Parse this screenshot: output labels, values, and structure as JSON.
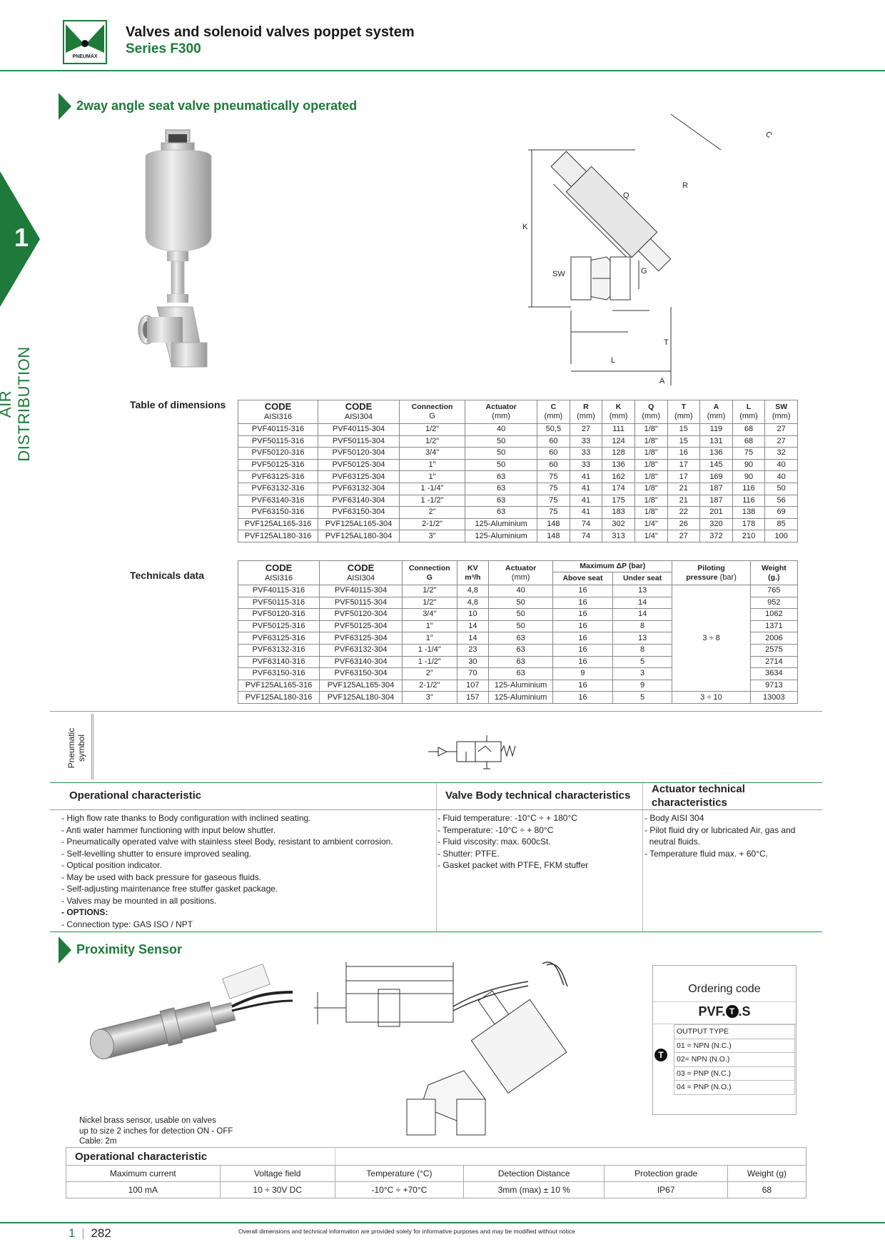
{
  "header": {
    "brand": "PNEUMAX",
    "title": "Valves and solenoid valves poppet system",
    "series": "Series F300"
  },
  "side_tab": {
    "number": "1",
    "label": "AIR DISTRIBUTION"
  },
  "section1": {
    "title": "2way angle seat valve pneumatically operated"
  },
  "drawing_labels": {
    "c": "C",
    "r": "R",
    "q": "Q",
    "k": "K",
    "sw": "SW",
    "g": "G",
    "t": "T",
    "l": "L",
    "a": "A"
  },
  "dimensions": {
    "label": "Table of dimensions",
    "headers": [
      {
        "top": "CODE",
        "bottom": "AISI316"
      },
      {
        "top": "CODE",
        "bottom": "AISI304"
      },
      {
        "top": "Connection",
        "bottom": "G"
      },
      {
        "top": "Actuator",
        "bottom": "(mm)"
      },
      {
        "top": "C",
        "bottom": "(mm)"
      },
      {
        "top": "R",
        "bottom": "(mm)"
      },
      {
        "top": "K",
        "bottom": "(mm)"
      },
      {
        "top": "Q",
        "bottom": "(mm)"
      },
      {
        "top": "T",
        "bottom": "(mm)"
      },
      {
        "top": "A",
        "bottom": "(mm)"
      },
      {
        "top": "L",
        "bottom": "(mm)"
      },
      {
        "top": "SW",
        "bottom": "(mm)"
      }
    ],
    "rows": [
      [
        "PVF40115-316",
        "PVF40115-304",
        "1/2\"",
        "40",
        "50,5",
        "27",
        "111",
        "1/8\"",
        "15",
        "119",
        "68",
        "27"
      ],
      [
        "PVF50115-316",
        "PVF50115-304",
        "1/2\"",
        "50",
        "60",
        "33",
        "124",
        "1/8\"",
        "15",
        "131",
        "68",
        "27"
      ],
      [
        "PVF50120-316",
        "PVF50120-304",
        "3/4\"",
        "50",
        "60",
        "33",
        "128",
        "1/8\"",
        "16",
        "136",
        "75",
        "32"
      ],
      [
        "PVF50125-316",
        "PVF50125-304",
        "1\"",
        "50",
        "60",
        "33",
        "136",
        "1/8\"",
        "17",
        "145",
        "90",
        "40"
      ],
      [
        "PVF63125-316",
        "PVF63125-304",
        "1\"",
        "63",
        "75",
        "41",
        "162",
        "1/8\"",
        "17",
        "169",
        "90",
        "40"
      ],
      [
        "PVF63132-316",
        "PVF63132-304",
        "1 -1/4\"",
        "63",
        "75",
        "41",
        "174",
        "1/8\"",
        "21",
        "187",
        "116",
        "50"
      ],
      [
        "PVF63140-316",
        "PVF63140-304",
        "1 -1/2\"",
        "63",
        "75",
        "41",
        "175",
        "1/8\"",
        "21",
        "187",
        "116",
        "56"
      ],
      [
        "PVF63150-316",
        "PVF63150-304",
        "2\"",
        "63",
        "75",
        "41",
        "183",
        "1/8\"",
        "22",
        "201",
        "138",
        "69"
      ],
      [
        "PVF125AL165-316",
        "PVF125AL165-304",
        "2-1/2\"",
        "125-Aluminium",
        "148",
        "74",
        "302",
        "1/4\"",
        "26",
        "320",
        "178",
        "85"
      ],
      [
        "PVF125AL180-316",
        "PVF125AL180-304",
        "3\"",
        "125-Aluminium",
        "148",
        "74",
        "313",
        "1/4\"",
        "27",
        "372",
        "210",
        "100"
      ]
    ]
  },
  "technical": {
    "label": "Technicals data",
    "h_code": "CODE",
    "h_aisi316": "AISI316",
    "h_aisi304": "AISI304",
    "h_conn": "Connection",
    "h_g": "G",
    "h_kv": "KV",
    "h_kv_unit": "m³/h",
    "h_act": "Actuator",
    "h_act_unit": "(mm)",
    "h_dp": "Maximum ΔP (bar)",
    "h_above": "Above seat",
    "h_under": "Under seat",
    "h_pilot": "Piloting",
    "h_pilot2": "pressure",
    "h_pilot_unit": "(bar)",
    "h_weight": "Weight",
    "h_weight_unit": "(g.)",
    "pilot_a": "3 ÷ 8",
    "pilot_b": "3 ÷ 10",
    "rows": [
      [
        "PVF40115-316",
        "PVF40115-304",
        "1/2\"",
        "4,8",
        "40",
        "16",
        "13",
        "765"
      ],
      [
        "PVF50115-316",
        "PVF50115-304",
        "1/2\"",
        "4,8",
        "50",
        "16",
        "14",
        "952"
      ],
      [
        "PVF50120-316",
        "PVF50120-304",
        "3/4\"",
        "10",
        "50",
        "16",
        "14",
        "1062"
      ],
      [
        "PVF50125-316",
        "PVF50125-304",
        "1\"",
        "14",
        "50",
        "16",
        "8",
        "1371"
      ],
      [
        "PVF63125-316",
        "PVF63125-304",
        "1\"",
        "14",
        "63",
        "16",
        "13",
        "2006"
      ],
      [
        "PVF63132-316",
        "PVF63132-304",
        "1 -1/4\"",
        "23",
        "63",
        "16",
        "8",
        "2575"
      ],
      [
        "PVF63140-316",
        "PVF63140-304",
        "1 -1/2\"",
        "30",
        "63",
        "16",
        "5",
        "2714"
      ],
      [
        "PVF63150-316",
        "PVF63150-304",
        "2\"",
        "70",
        "63",
        "9",
        "3",
        "3634"
      ],
      [
        "PVF125AL165-316",
        "PVF125AL165-304",
        "2-1/2\"",
        "107",
        "125-Aluminium",
        "16",
        "9",
        "9713"
      ],
      [
        "PVF125AL180-316",
        "PVF125AL180-304",
        "3\"",
        "157",
        "125-Aluminium",
        "16",
        "5",
        "13003"
      ]
    ]
  },
  "pneumatic": {
    "label1": "Pneumatic",
    "label2": "symbol"
  },
  "characteristics": {
    "op_title": "Operational characteristic",
    "body_title": "Valve Body technical characteristics",
    "act_title1": "Actuator technical",
    "act_title2": "characteristics",
    "op_items": [
      "- High flow rate thanks to Body configuration with inclined seating.",
      "- Anti water hammer functioning with input below shutter.",
      "- Pneumatically operated valve with stainless steel Body, resistant to ambient corrosion.",
      "- Self-levelling shutter to ensure improved sealing.",
      "- Optical position indicator.",
      "- May be used with back pressure for gaseous fluids.",
      "- Self-adjusting maintenance free stuffer gasket package.",
      "- Valves may be mounted in all positions.",
      "- OPTIONS:",
      "- Connection type: GAS ISO / NPT"
    ],
    "body_items": [
      "- Fluid temperature: -10°C ÷ + 180°C",
      "- Temperature: -10°C ÷ + 80°C",
      "- Fluid viscosity: max. 600cSt.",
      "- Shutter: PTFE.",
      "- Gasket packet with PTFE, FKM stuffer"
    ],
    "act_items": [
      "- Body AISI 304",
      "- Pilot fluid dry or lubricated Air, gas and",
      "  neutral fluids.",
      "- Temperature fluid max. + 60°C."
    ]
  },
  "section2": {
    "title": "Proximity Sensor"
  },
  "sensor_note": [
    "Nickel brass sensor, usable on valves",
    "up to size 2 inches for detection ON - OFF",
    "Cable: 2m"
  ],
  "ordering": {
    "title": "Ordering code",
    "code_pre": "PVF.",
    "code_mark": "T",
    "code_post": ".S",
    "output_type": "OUTPUT TYPE",
    "options": [
      "01 = NPN (N.C.)",
      "02= NPN (N.O.)",
      "03 = PNP (N.C.)",
      "04 = PNP (N.O.)"
    ]
  },
  "sensor_table": {
    "title": "Operational characteristic",
    "headers": [
      "Maximum current",
      "Voltage field",
      "Temperature (°C)",
      "Detection Distance",
      "Protection grade",
      "Weight (g)"
    ],
    "values": [
      "100 mA",
      "10 ÷ 30V DC",
      "-10°C ÷ +70°C",
      "3mm (max) ± 10 %",
      "IP67",
      "68"
    ]
  },
  "footer": {
    "chapter": "1",
    "page": "282",
    "note": "Overall dimensions and technical information are provided solely for informative purposes and may be modified without notice"
  }
}
